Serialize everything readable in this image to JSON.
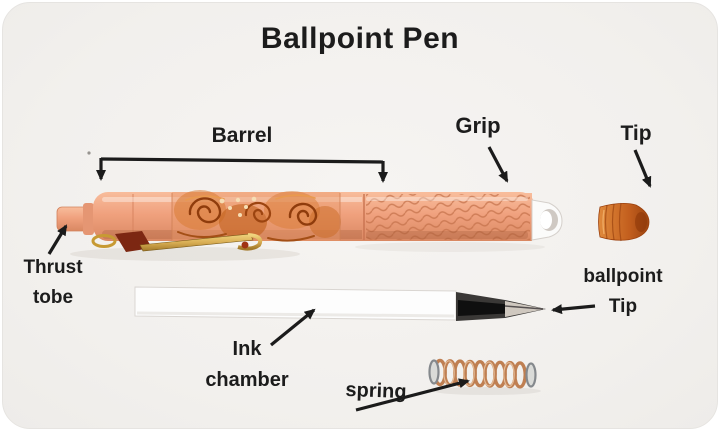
{
  "title": "Ballpoint Pen",
  "labels": {
    "barrel": "Barrel",
    "grip": "Grip",
    "tip": "Tip",
    "thrust": {
      "line1": "Thrust",
      "line2": "tobe"
    },
    "ballpoint": {
      "line1": "ballpoint",
      "line2": "Tip"
    },
    "ink": {
      "line1": "Ink",
      "line2": "chamber"
    },
    "spring": "spring"
  },
  "colors": {
    "background": "#f2f0ed",
    "label_text": "#1c1c1c",
    "arrow": "#1b1b1b",
    "pen_body_salmon": "#f0a17e",
    "pen_body_highlight": "#f8bd9c",
    "pen_body_shadow": "#d98862",
    "pattern_copper": "#c2611f",
    "pattern_cream": "#f6ddb4",
    "clip_gold": "#d9ae54",
    "clip_maroon": "#7c2712",
    "tip_cone_copper": "#c35f1e",
    "ink_tube_white": "#fdfdfd",
    "metal_tip_dark": "#2e2c2a",
    "spring_copper": "#bf7f52"
  }
}
